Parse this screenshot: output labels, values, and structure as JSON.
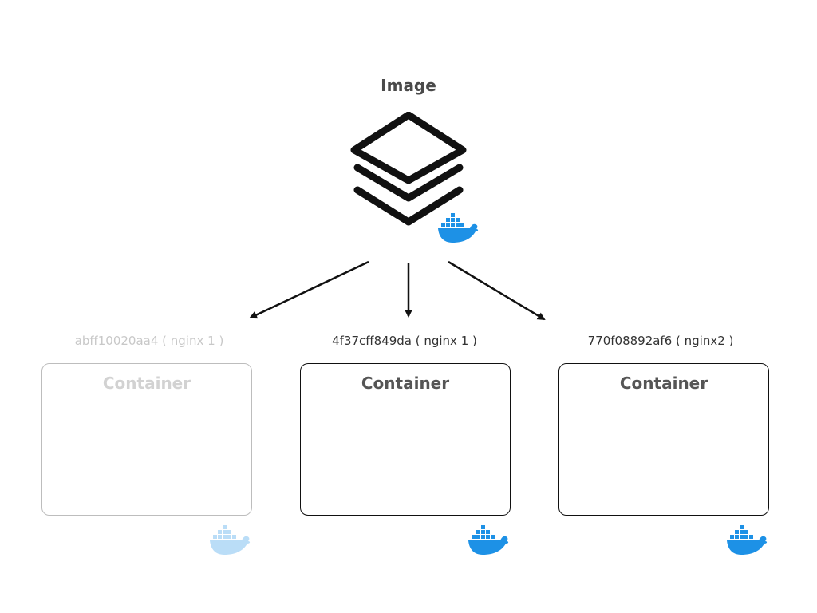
{
  "image": {
    "title": "Image",
    "icon": "layers-stack-icon",
    "badge_icon": "docker-whale-icon"
  },
  "containers": [
    {
      "id_label": "abff10020aa4 ( nginx 1 )",
      "box_label": "Container",
      "state": "faded"
    },
    {
      "id_label": "4f37cff849da ( nginx 1 )",
      "box_label": "Container",
      "state": "active"
    },
    {
      "id_label": "770f08892af6 ( nginx2 )",
      "box_label": "Container",
      "state": "active"
    }
  ],
  "colors": {
    "docker_blue": "#1D91E6",
    "stroke": "#111111",
    "faded_border": "#BDBDBD",
    "faded_text": "#C8C8C8"
  }
}
